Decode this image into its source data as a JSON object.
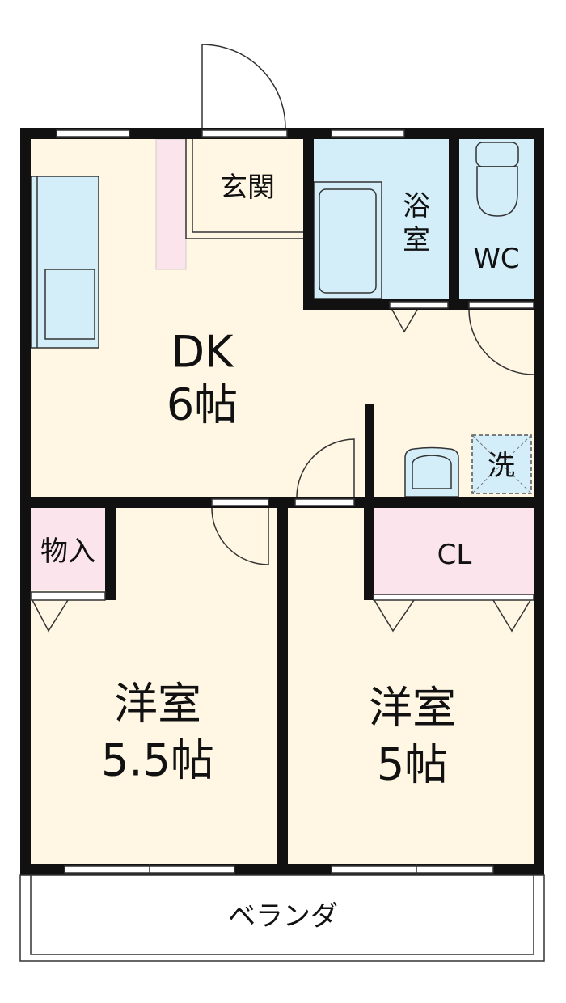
{
  "colors": {
    "floor": "#FFF7E3",
    "wet": "#D3EEF9",
    "storage": "#FCE4EC",
    "wall": "#111111"
  },
  "rooms": {
    "entrance": "玄関",
    "bath_1": "浴",
    "bath_2": "室",
    "wc": "WC",
    "dk_name": "DK",
    "dk_size": "6帖",
    "washer": "洗",
    "storage": "物入",
    "closet": "CL",
    "room1_name": "洋室",
    "room1_size": "5.5帖",
    "room2_name": "洋室",
    "room2_size": "5帖",
    "veranda": "ベランダ"
  }
}
